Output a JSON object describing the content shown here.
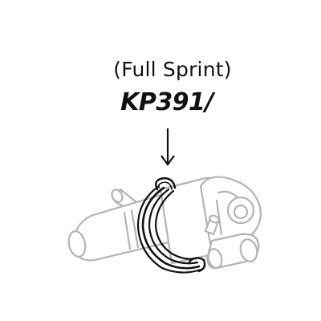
{
  "header": {
    "subtitle": "(Full Sprint)",
    "part_number": "KP391/"
  },
  "colors": {
    "text": "#111111",
    "outline_gray": "#b3b3b3",
    "clip_black": "#111111"
  },
  "icons": {
    "arrow": "down-arrow-icon",
    "hose": "hose-fitting-outline",
    "clip": "spring-clip"
  }
}
